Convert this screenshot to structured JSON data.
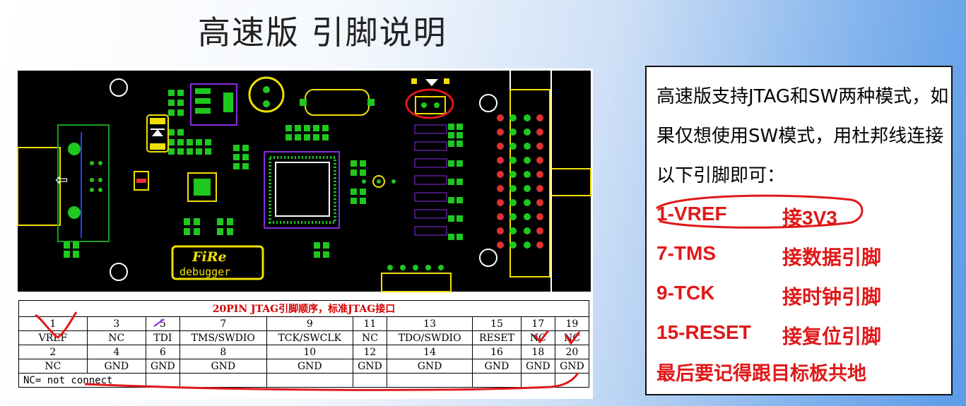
{
  "title": "高速版 引脚说明",
  "pcb": {
    "logo_line1": "FiRe",
    "logo_line2": "debugger"
  },
  "jtag_table": {
    "caption": "20PIN JTAG引脚顺序，标准JTAG接口",
    "odd_numbers": [
      "1",
      "3",
      "5",
      "7",
      "9",
      "11",
      "13",
      "15",
      "17",
      "19"
    ],
    "odd_names": [
      "VREF",
      "NC",
      "TDI",
      "TMS/SWDIO",
      "TCK/SWCLK",
      "NC",
      "TDO/SWDIO",
      "RESET",
      "NC",
      "NC"
    ],
    "even_numbers": [
      "2",
      "4",
      "6",
      "8",
      "10",
      "12",
      "14",
      "16",
      "18",
      "20"
    ],
    "even_names": [
      "NC",
      "GND",
      "GND",
      "GND",
      "GND",
      "GND",
      "GND",
      "GND",
      "GND",
      "GND"
    ],
    "note": "NC= not connect"
  },
  "description": {
    "intro": "高速版支持JTAG和SW两种模式，如果仅想使用SW模式，用杜邦线连接以下引脚即可：",
    "pins": [
      {
        "name": "1-VREF",
        "action": "接3V3"
      },
      {
        "name": "7-TMS",
        "action": "接数据引脚"
      },
      {
        "name": "9-TCK",
        "action": "接时钟引脚"
      },
      {
        "name": "15-RESET",
        "action": "接复位引脚"
      }
    ],
    "footer": "最后要记得跟目标板共地"
  },
  "colors": {
    "pcb_background": "#000000",
    "pad_green": "#1ec81e",
    "outline_yellow": "#f0e000",
    "ic_purple": "#8a2be2",
    "pin_red": "#e03030",
    "annotation_red": "#e01818"
  }
}
